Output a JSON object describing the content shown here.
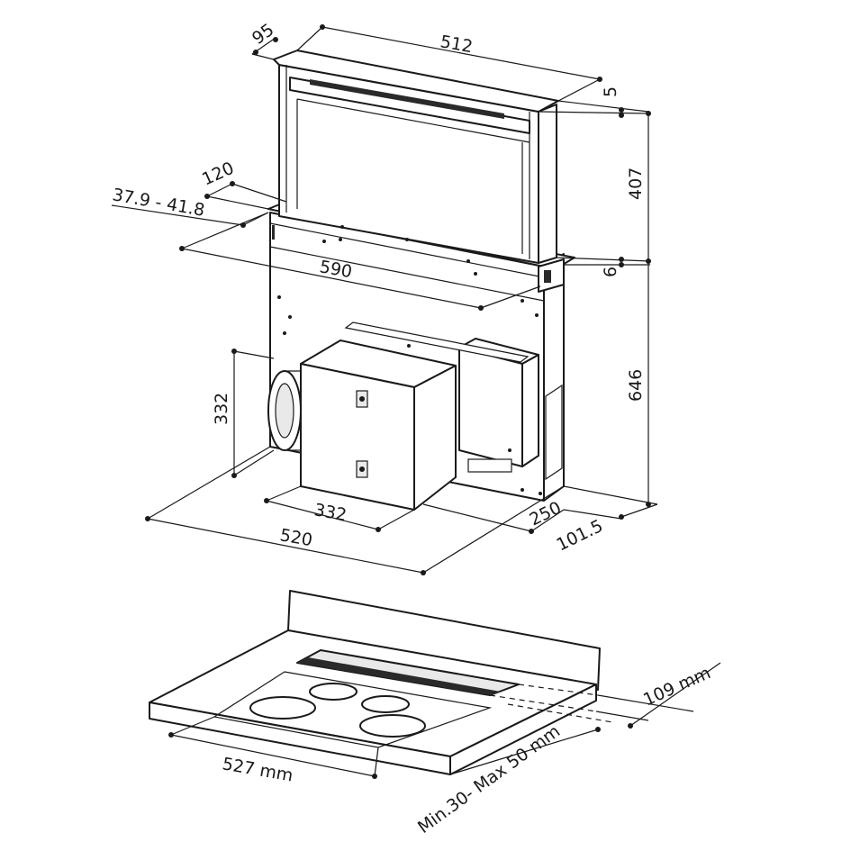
{
  "dimensions": {
    "top_depth": "95",
    "top_width": "512",
    "lip": "5",
    "rise_height": "407",
    "deck_gap": "6",
    "body_height": "646",
    "panel_thickness": "120",
    "range": "37.9 - 41.8",
    "overall_width": "590",
    "motor_height": "332",
    "motor_width": "332",
    "base_width": "520",
    "base_depth": "250",
    "rear_offset": "101.5",
    "cutout_depth": "109 mm",
    "cutout_width": "527 mm",
    "worktop_thickness": "Min.30- Max 50  mm"
  }
}
